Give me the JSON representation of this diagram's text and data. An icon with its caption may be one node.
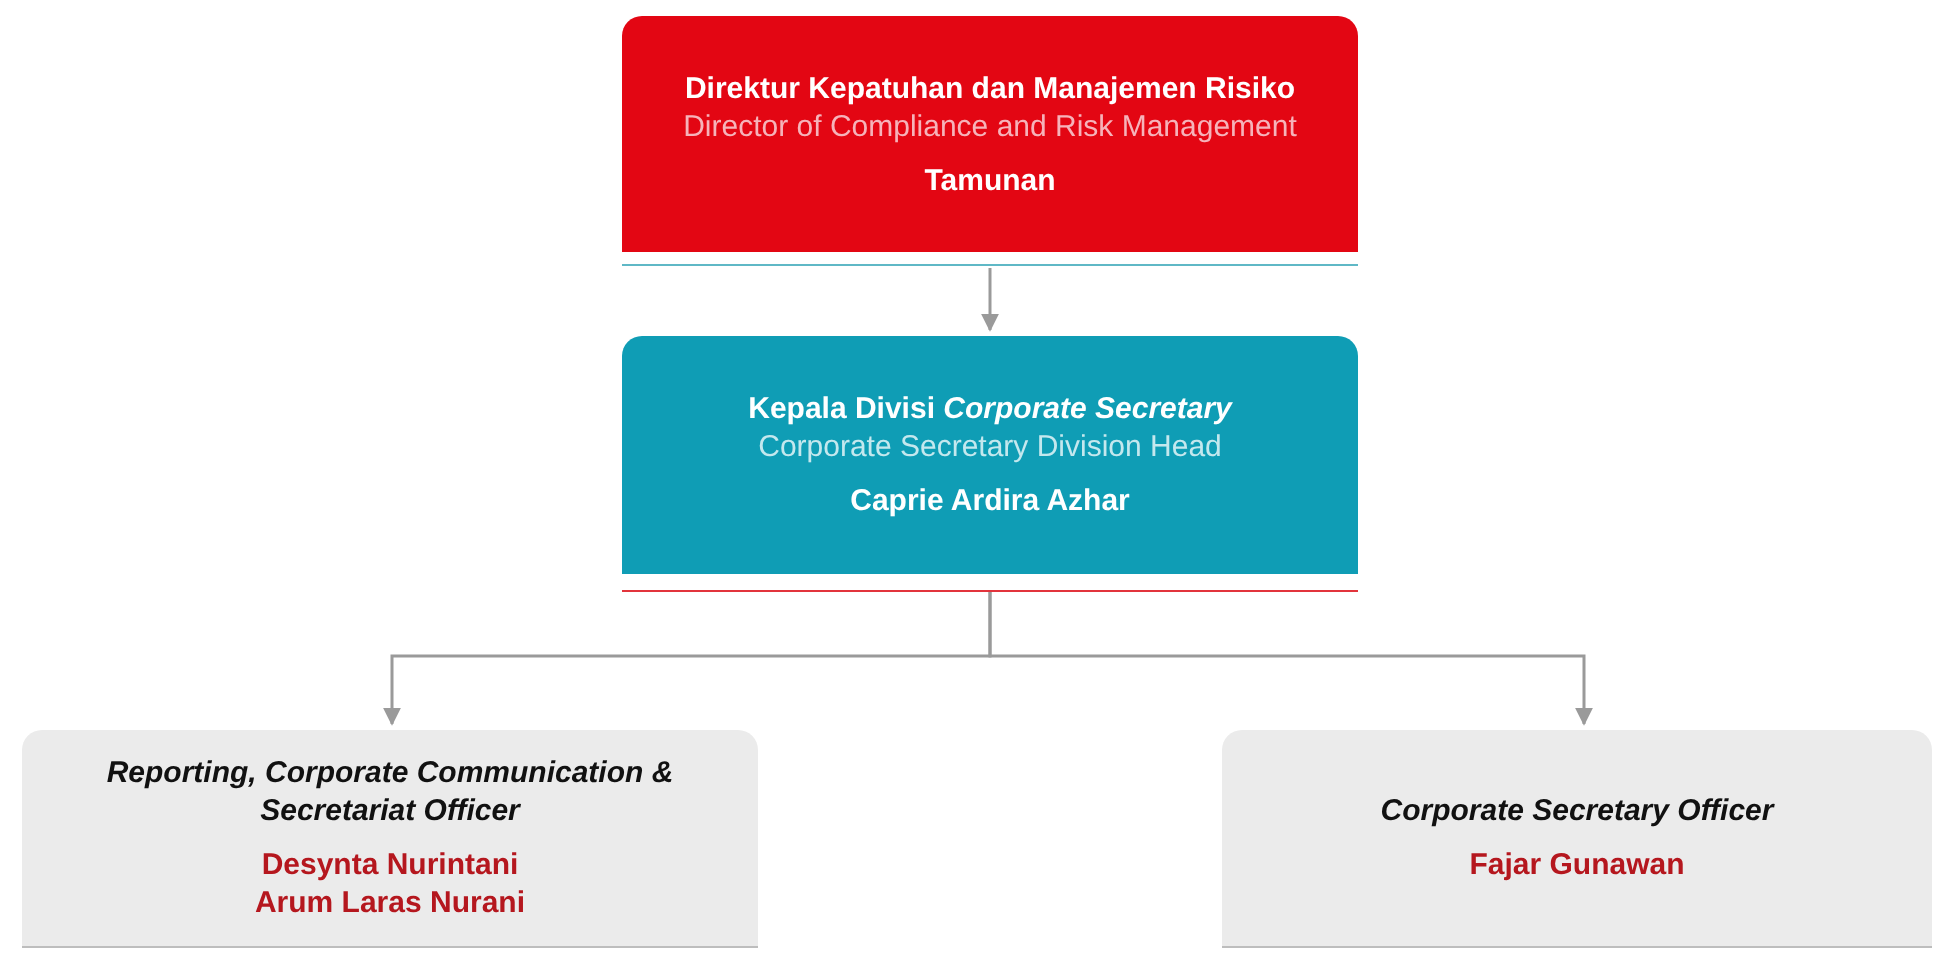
{
  "diagram": {
    "nodes": [
      {
        "text": [
          "Direktur Kepatuhan dan Manajemen Risiko",
          "Director of Compliance and Risk Management",
          "Tamunan"
        ]
      },
      {
        "text": [
          "Kepala Divisi *Corporate Secretary*",
          "Corporate Secretary Division Head",
          "Caprie Ardira Azhar"
        ]
      },
      {
        "text": [
          "Reporting, Corporate Communication & Secretariat Officer",
          "Desynta Nurintani",
          "Arum Laras Nurani"
        ]
      },
      {
        "text": [
          "Corporate Secretary Officer",
          "Fajar Gunawan"
        ]
      }
    ],
    "edges": [
      {
        "from": 0,
        "to": 1,
        "arrow": "to"
      },
      {
        "from": 1,
        "to": 2,
        "arrow": "to"
      },
      {
        "from": 1,
        "to": 3,
        "arrow": "to"
      }
    ]
  }
}
